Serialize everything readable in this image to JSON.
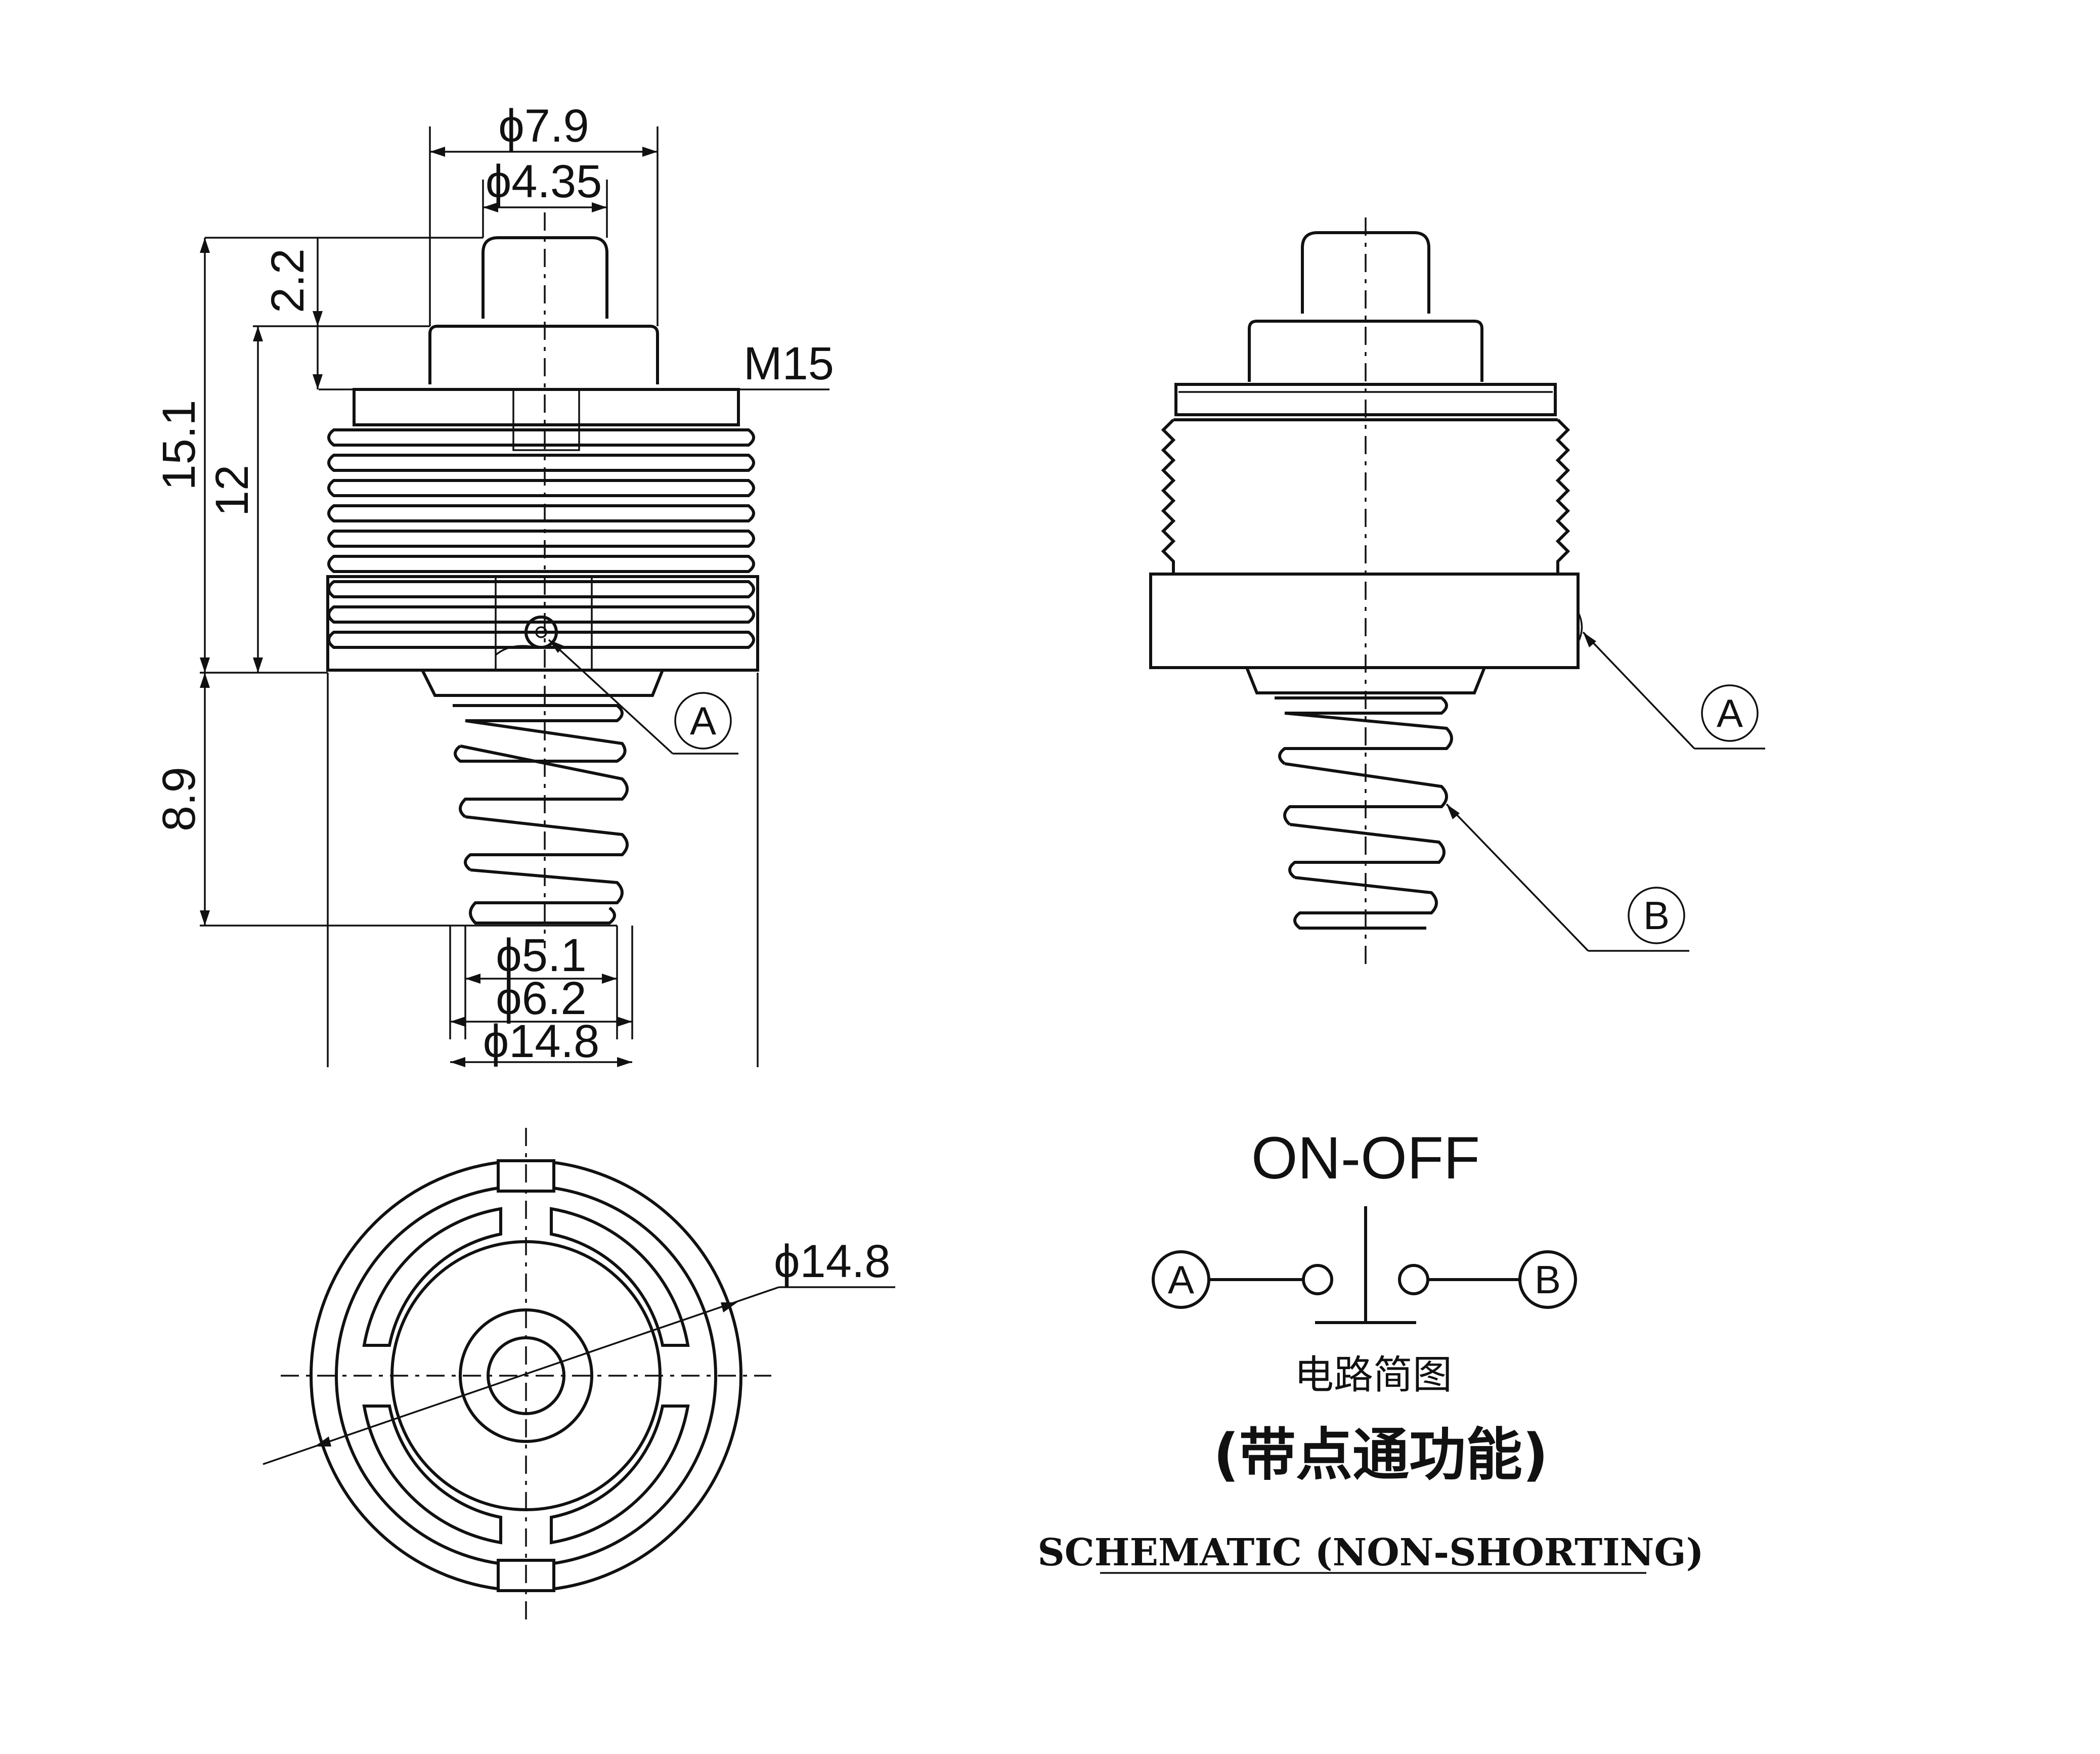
{
  "dimensions": {
    "d_top": "ϕ7.9",
    "d_plunger": "ϕ4.35",
    "h_plunger": "2.2",
    "h_total": "15.1",
    "h_body": "12",
    "thread": "M15",
    "h_spring": "8.9",
    "d_spring_small": "ϕ5.1",
    "d_spring_big": "ϕ6.2",
    "d_body_bottom": "ϕ14.8",
    "d_body_plan": "ϕ14.8"
  },
  "callouts": {
    "a": "A",
    "b": "B"
  },
  "schematic": {
    "title": "ON-OFF",
    "terminal_a": "A",
    "terminal_b": "B",
    "caption_cn": "电路简图",
    "function_cn": "(带点通功能)",
    "caption_en": "SCHEMATIC (NON-SHORTING)"
  }
}
